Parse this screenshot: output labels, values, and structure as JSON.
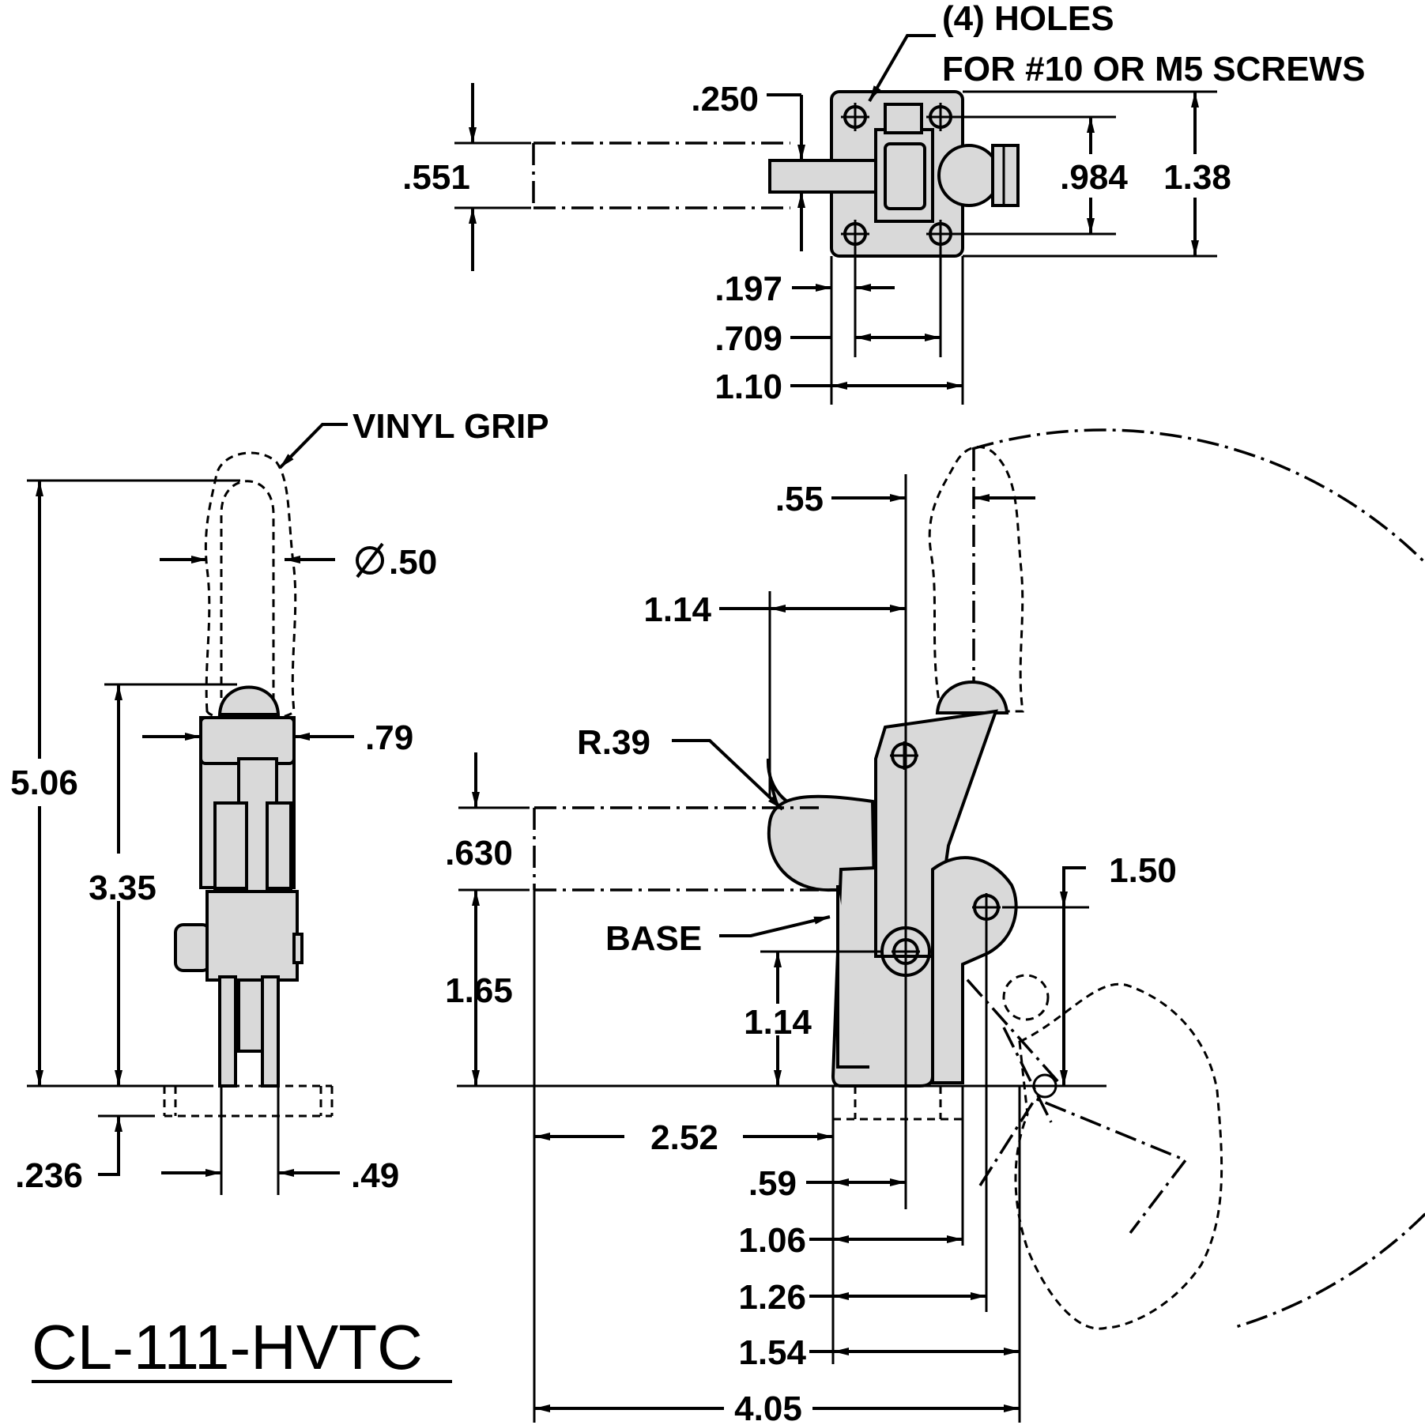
{
  "drawing": {
    "part_number": "CL-111-HVTC",
    "colors": {
      "part_fill": "#d9d9d9",
      "line": "#000000",
      "background": "#ffffff"
    },
    "notes": {
      "holes_line1": "(4) HOLES",
      "holes_line2": "FOR #10 OR M5 SCREWS",
      "vinyl_grip": "VINYL GRIP",
      "radius": "R.39",
      "base": "BASE"
    },
    "top_view": {
      "d_250": ".250",
      "d_551": ".551",
      "d_984": ".984",
      "d_138": "1.38",
      "d_197": ".197",
      "d_709": ".709",
      "d_110": "1.10"
    },
    "front_view": {
      "d_506": "5.06",
      "d_050": ".50",
      "d_079": ".79",
      "d_335": "3.35",
      "d_236": ".236",
      "d_049": ".49"
    },
    "side_view": {
      "d_055": ".55",
      "d_114_top": "1.14",
      "d_630": ".630",
      "d_165": "1.65",
      "d_114_low": "1.14",
      "d_150": "1.50",
      "d_252": "2.52",
      "d_059": ".59",
      "d_106": "1.06",
      "d_126": "1.26",
      "d_154": "1.54",
      "d_405": "4.05"
    }
  }
}
